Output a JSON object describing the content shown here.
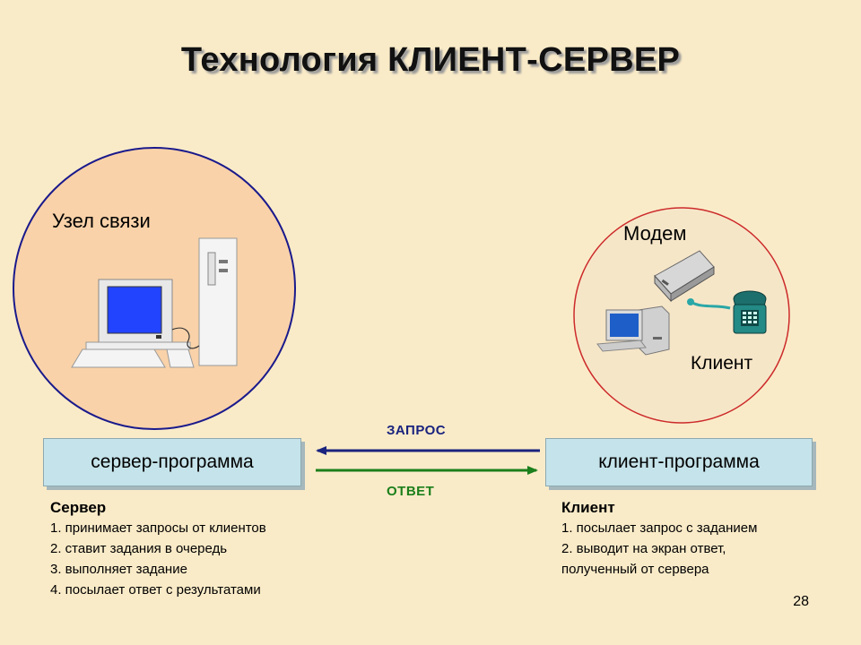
{
  "title": "Технология КЛИЕНТ-СЕРВЕР",
  "left_circle": {
    "label": "Узел связи"
  },
  "right_circle": {
    "modem_label": "Модем",
    "client_label": "Клиент"
  },
  "server_box": {
    "label": "сервер-программа"
  },
  "client_box": {
    "label": "клиент-программа"
  },
  "arrows": {
    "request": {
      "label": "ЗАПРОС",
      "color": "#1A237E"
    },
    "response": {
      "label": "ОТВЕТ",
      "color": "#1B7F1B"
    }
  },
  "server_desc": {
    "heading": "Сервер",
    "items": [
      "1. принимает запросы от клиентов",
      "2. ставит задания в очередь",
      "3. выполняет задание",
      "4. посылает ответ с результатами"
    ]
  },
  "client_desc": {
    "heading": "Клиент",
    "items": [
      "1. посылает запрос с заданием",
      "2. выводит на экран ответ,",
      "полученный от сервера"
    ]
  },
  "page_number": "28",
  "colors": {
    "background": "#FAEBC8",
    "left_circle_fill": "#F9D2A9",
    "right_circle_fill": "#F6E6C8",
    "left_circle_border": "#1A1A8C",
    "right_circle_border": "#CC2A2A",
    "box_fill": "#C5E3EA"
  }
}
